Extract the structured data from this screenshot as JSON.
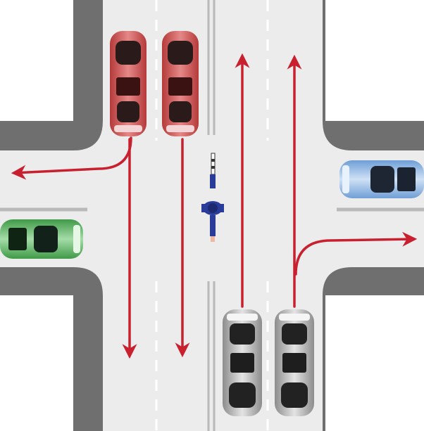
{
  "diagram": {
    "kind": "traffic-intersection",
    "colors": {
      "background": "#ffffff",
      "curb": "#6f6f6f",
      "road": "#ececec",
      "lane_marking": "#ffffff",
      "center_line": "#b9b9b9",
      "arrow": "#c8202f",
      "officer_uniform": "#2a3c9a"
    },
    "vehicles": [
      {
        "id": "red-car-left",
        "color": "red",
        "heading": "south"
      },
      {
        "id": "red-car-right",
        "color": "red",
        "heading": "south"
      },
      {
        "id": "blue-car",
        "color": "blue",
        "heading": "west"
      },
      {
        "id": "green-car",
        "color": "green",
        "heading": "east"
      },
      {
        "id": "silver-car-left",
        "color": "silver",
        "heading": "north"
      },
      {
        "id": "silver-car-right",
        "color": "silver",
        "heading": "north"
      }
    ],
    "arrows": [
      {
        "id": "arrow-left-turn-west",
        "from": "red-car-left",
        "motion": "turn-left"
      },
      {
        "id": "arrow-straight-south-1",
        "from": "red-car-left",
        "motion": "straight"
      },
      {
        "id": "arrow-straight-south-2",
        "from": "red-car-right",
        "motion": "straight"
      },
      {
        "id": "arrow-straight-north-1",
        "from": "silver-car-left",
        "motion": "straight"
      },
      {
        "id": "arrow-straight-north-2",
        "from": "silver-car-right",
        "motion": "straight"
      },
      {
        "id": "arrow-right-turn-east",
        "from": "silver-car-right",
        "motion": "turn-right"
      }
    ],
    "officer": {
      "id": "traffic-officer",
      "role": "traffic-police",
      "holding": "baton"
    }
  }
}
